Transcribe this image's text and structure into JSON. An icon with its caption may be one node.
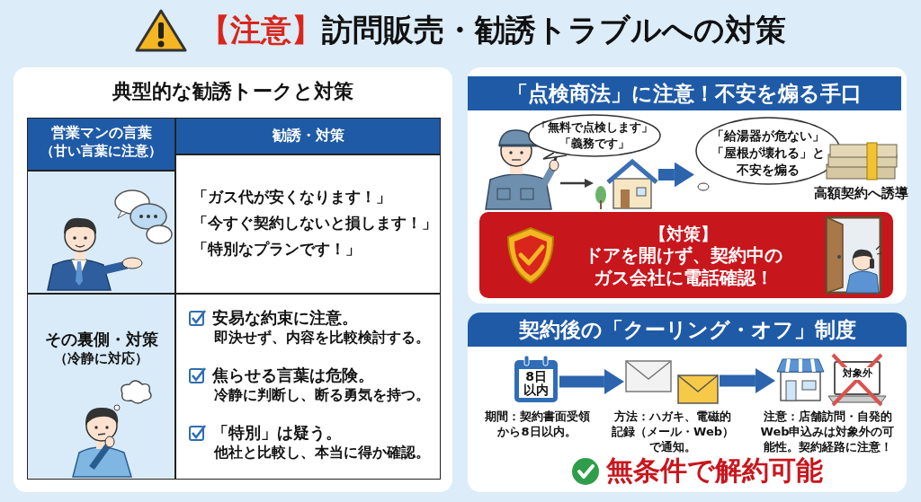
{
  "diagram": {
    "title": "訪問販売・勧誘トラブルへの対策",
    "nodes": [
      {
        "text": [
          "典型的な勧誘トークと対策"
        ]
      },
      {
        "text": [
          "営業マンの言葉",
          "（甘い言葉に注意）"
        ],
        "in": 0
      },
      {
        "text": [
          "勧誘・対策"
        ],
        "in": 0
      },
      {
        "text": [],
        "shape": "box",
        "in": 0
      },
      {
        "text": [
          "「ガス代が安くなります！」",
          "「今すぐ契約しないと損します！」",
          "「特別なプランです！」"
        ],
        "in": 0
      },
      {
        "text": [
          "その裏側・対策",
          "（冷静に対応）"
        ],
        "in": 0
      },
      {
        "text": [
          "安易な約束に注意。",
          "即決せず、内容を比較検討する。",
          "焦らせる言葉は危険。",
          "冷静に判断し、断る勇気を持つ。",
          "「特別」は疑う。",
          "他社と比較し、本当に得か確認。"
        ],
        "in": 0
      },
      {
        "text": [
          "「点検商法」に注意！不安を煽る手口"
        ]
      },
      {
        "text": [],
        "shape": "person",
        "in": 7
      },
      {
        "text": [
          "「無料で点検します」「義務です」"
        ],
        "in": 7
      },
      {
        "text": [],
        "shape": "picture",
        "in": 7
      },
      {
        "text": [
          "「給湯器が危ない」「屋根が壊れる」と不安を煽る"
        ],
        "in": 7
      },
      {
        "text": [],
        "shape": "picture",
        "in": 7,
        "beside": [
          "高額契約へ誘導"
        ]
      },
      {
        "text": [
          "【対策】",
          "ドアを開けず、契約中のガス会社に電話確認！"
        ],
        "in": 7
      },
      {
        "text": [
          "契約後の「クーリング・オフ」制度"
        ]
      },
      {
        "text": [
          "8日以内"
        ],
        "in": 14,
        "beside": [
          "期間：契約書面受領から8日以内。"
        ]
      },
      {
        "text": [],
        "shape": "picture",
        "in": 14,
        "beside": [
          "方法：ハガキ、電磁的記録（メール・Web）で通知。"
        ]
      },
      {
        "text": [],
        "shape": "picture",
        "in": 14,
        "beside": [
          "注意：店舗訪問・自発的Web申込みは対象外の可能性。契約経路に注意！"
        ]
      },
      {
        "text": [
          "対象外"
        ],
        "in": 14
      }
    ],
    "edges": [
      {
        "from": 8,
        "to": 10,
        "arrow": "to",
        "color": "#3a3a3a"
      },
      {
        "from": 10,
        "to": 11,
        "arrow": "to"
      },
      {
        "from": 15,
        "to": 16,
        "arrow": "to"
      },
      {
        "from": 16,
        "to": 17,
        "arrow": "to"
      }
    ],
    "labels": [
      "【注意】",
      "無条件で解約可能"
    ]
  }
}
